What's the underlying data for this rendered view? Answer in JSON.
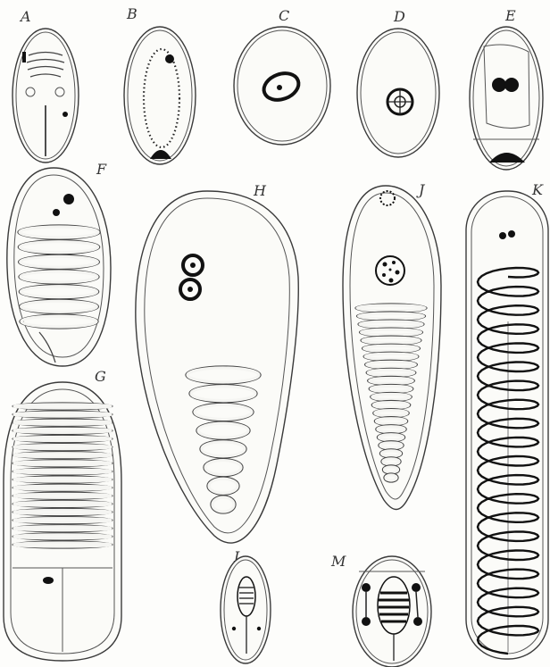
{
  "figures": [
    {
      "id": "A",
      "label": "A"
    },
    {
      "id": "B",
      "label": "B"
    },
    {
      "id": "C",
      "label": "C"
    },
    {
      "id": "D",
      "label": "D"
    },
    {
      "id": "E",
      "label": "E"
    },
    {
      "id": "F",
      "label": "F"
    },
    {
      "id": "G",
      "label": "G"
    },
    {
      "id": "H",
      "label": "H"
    },
    {
      "id": "J",
      "label": "J"
    },
    {
      "id": "K",
      "label": "K"
    },
    {
      "id": "L",
      "label": "L"
    },
    {
      "id": "M",
      "label": "M"
    }
  ],
  "colors": {
    "outline": "#3a3a3a",
    "ink": "#111111",
    "paper": "#fdfdfb"
  }
}
